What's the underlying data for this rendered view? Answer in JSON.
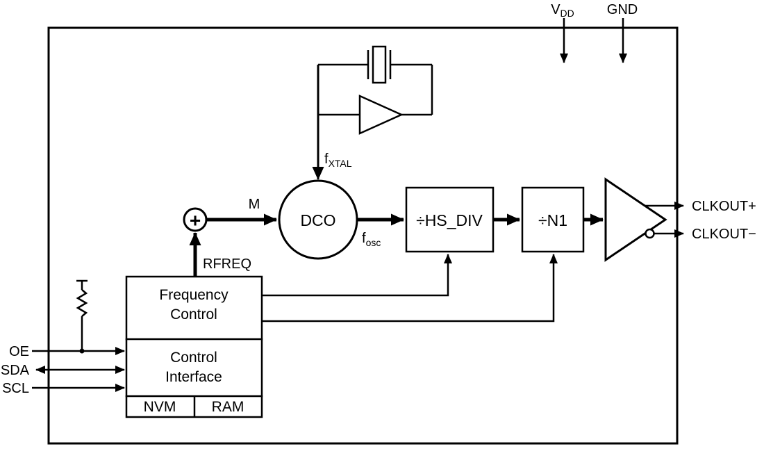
{
  "diagram": {
    "pins": {
      "vdd": {
        "base": "V",
        "sub": "DD"
      },
      "gnd": "GND",
      "oe": "OE",
      "sda": "SDA",
      "scl": "SCL",
      "clkout_plus": "CLKOUT+",
      "clkout_minus": "CLKOUT−"
    },
    "blocks": {
      "summing_junction": "+",
      "dco": "DCO",
      "hs_div": "÷HS_DIV",
      "n1": "÷N1",
      "frequency_control": {
        "line1": "Frequency",
        "line2": "Control"
      },
      "control_interface": {
        "line1": "Control",
        "line2": "Interface"
      },
      "nvm": "NVM",
      "ram": "RAM"
    },
    "signals": {
      "fxtal": {
        "base": "f",
        "sub": "XTAL"
      },
      "fosc": {
        "base": "f",
        "sub": "osc"
      },
      "m": "M",
      "rfreq": "RFREQ"
    },
    "colors": {
      "line": "#000000",
      "background": "#ffffff"
    }
  }
}
